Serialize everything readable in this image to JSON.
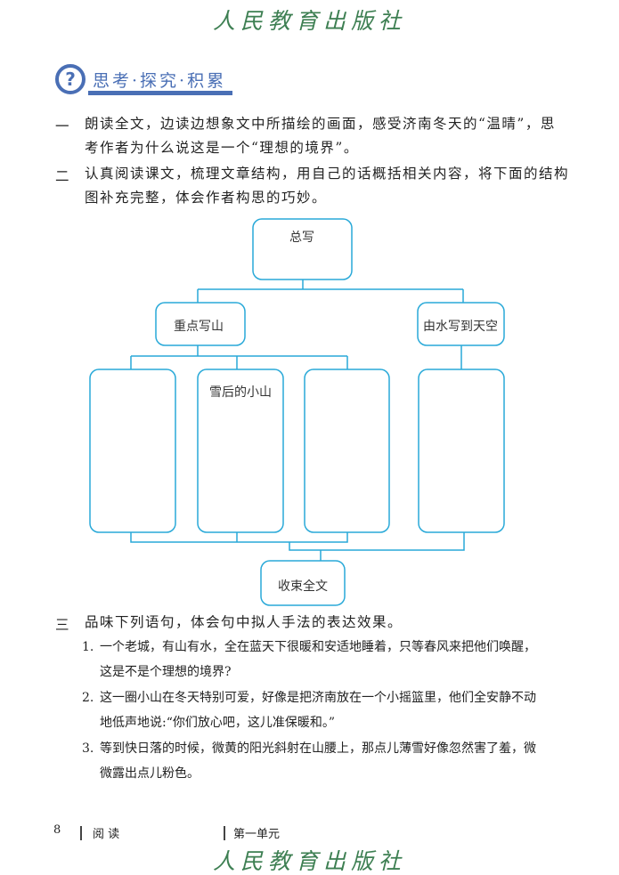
{
  "publisher": "人民教育出版社",
  "section": {
    "icon": "question-circle-icon",
    "title": "思考·探究·积累"
  },
  "colors": {
    "accent": "#4a6fb5",
    "diagram": "#29a9d8",
    "logo": "#3d7f52"
  },
  "q1": {
    "num": "一",
    "line1": "朗读全文，边读边想象文中所描绘的画面，感受济南冬天的“温晴”，思",
    "line2": "考作者为什么说这是一个“理想的境界”。"
  },
  "q2": {
    "num": "二",
    "line1": "认真阅读课文，梳理文章结构，用自己的话概括相关内容，将下面的结构",
    "line2": "图补充完整，体会作者构思的巧妙。"
  },
  "diagram": {
    "top": "总写",
    "left": "重点写山",
    "right": "由水写到天空",
    "box1": "",
    "box2": "雪后的小山",
    "box3": "",
    "box4": "",
    "bottom": "收束全文"
  },
  "q3": {
    "num": "三",
    "title": "品味下列语句，体会句中拟人手法的表达效果。",
    "items": [
      {
        "n": "1.",
        "l1": "一个老城，有山有水，全在蓝天下很暖和安适地睡着，只等春风来把他们唤醒，",
        "l2": "这是不是个理想的境界?"
      },
      {
        "n": "2.",
        "l1": "这一圈小山在冬天特别可爱，好像是把济南放在一个小摇篮里，他们全安静不动",
        "l2": "地低声地说:“你们放心吧，这儿准保暖和。”"
      },
      {
        "n": "3.",
        "l1": "等到快日落的时候，微黄的阳光斜射在山腰上，那点儿薄雪好像忽然害了羞，微",
        "l2": "微露出点儿粉色。"
      }
    ]
  },
  "footer": {
    "page": "8",
    "left": "阅 读",
    "right": "第一单元"
  }
}
